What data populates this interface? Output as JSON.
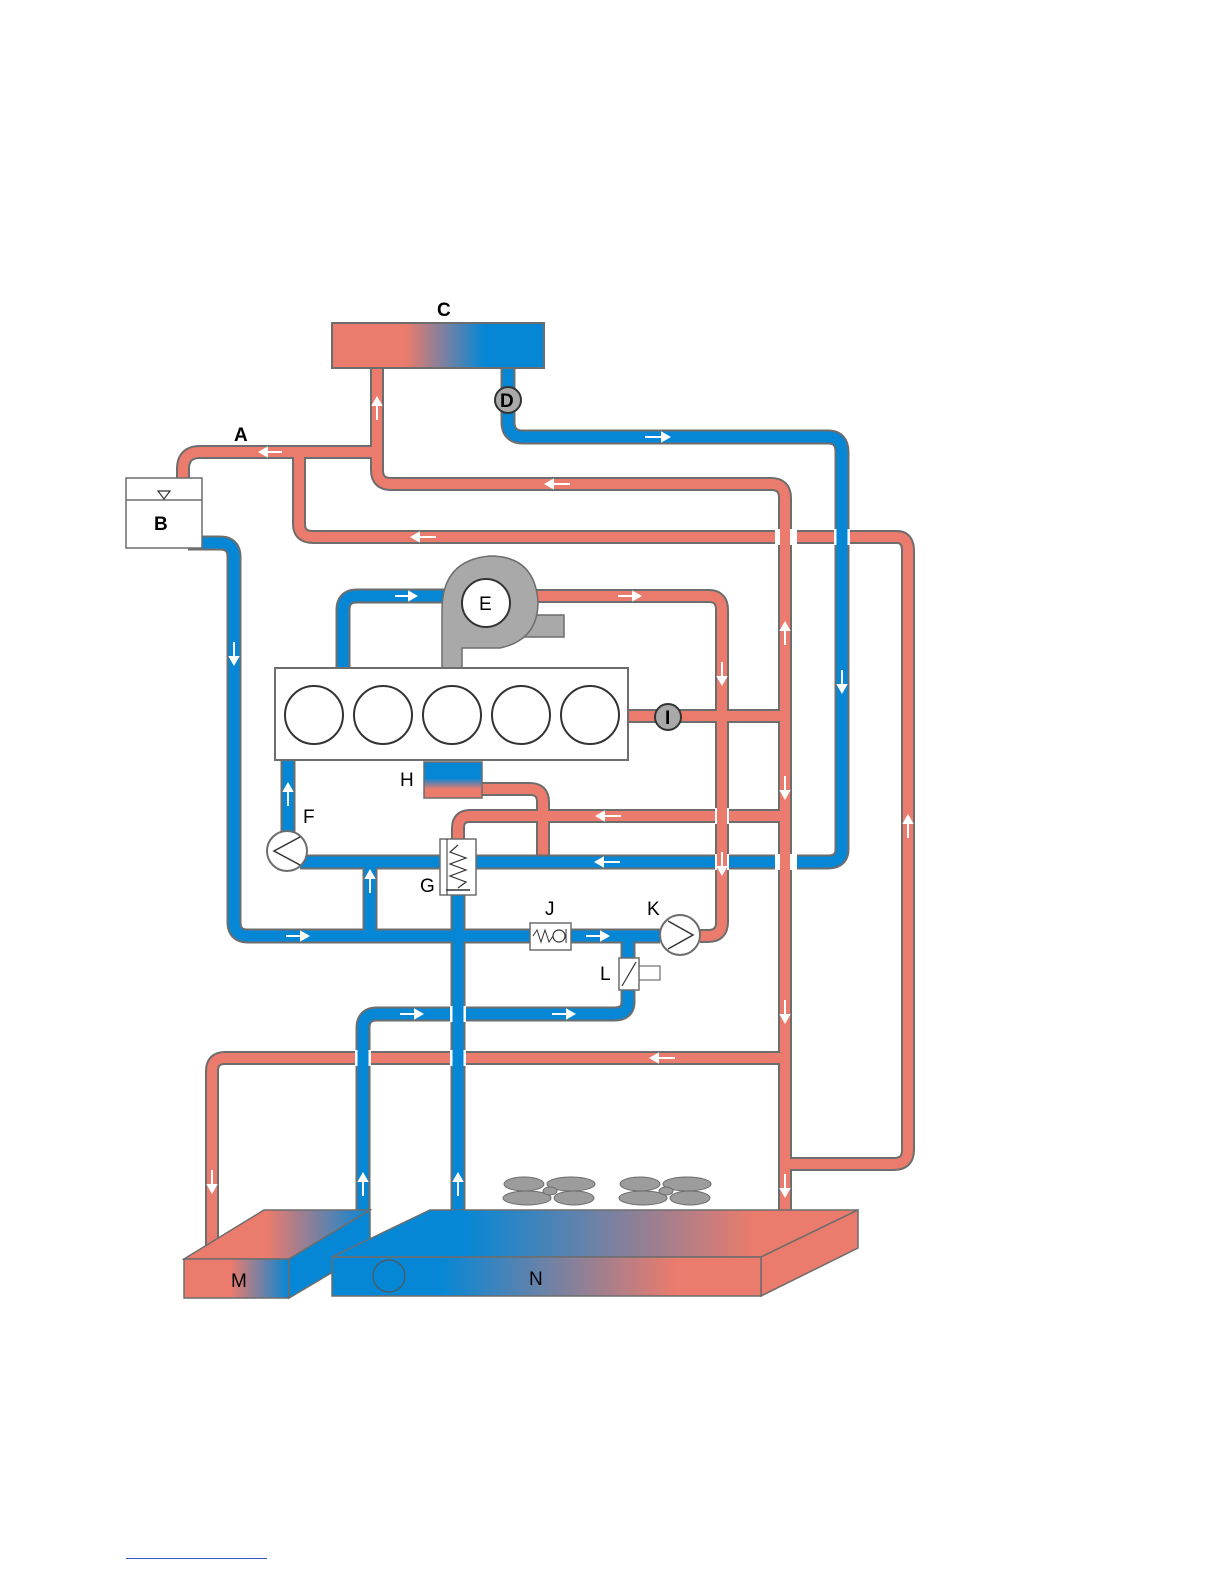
{
  "colors": {
    "hot": "#ea7b6d",
    "cold": "#0587d6",
    "pipe_outline": "#6d6d6d",
    "gray_part": "#a9a9a9",
    "flow_arrow": "#ffffff"
  },
  "labels": {
    "a": "A",
    "b": "B",
    "c": "C",
    "d": "D",
    "e": "E",
    "f": "F",
    "g": "G",
    "h": "H",
    "i": "I",
    "j": "J",
    "k": "K",
    "l": "L",
    "m": "M",
    "n": "N"
  },
  "icons": {
    "expansion_tank": "tank-with-level-symbol",
    "pump": "circle-pump-symbol",
    "check_valve": "check-valve-symbol",
    "thermostat": "spring-thermostat-symbol",
    "solenoid_valve": "solenoid-valve-symbol",
    "fan": "fan-icon",
    "turbocharger": "turbocharger-icon"
  }
}
